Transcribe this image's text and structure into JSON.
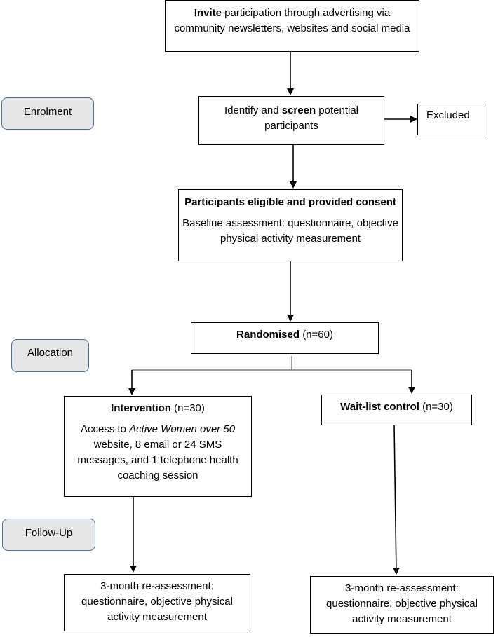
{
  "phases": {
    "enrolment": "Enrolment",
    "allocation": "Allocation",
    "followup": "Follow-Up"
  },
  "invite": {
    "bold": "Invite",
    "rest1": " participation through advertising via",
    "line2": "community newsletters, websites and social media"
  },
  "screen": {
    "pre": "Identify and ",
    "bold": "screen",
    "post": " potential",
    "line2": "participants"
  },
  "excluded": "Excluded",
  "eligible": {
    "title": "Participants eligible and provided consent",
    "line1": "Baseline assessment: questionnaire, objective",
    "line2": "physical activity measurement"
  },
  "randomised": {
    "bold": "Randomised",
    "rest": " (n=60)"
  },
  "intervention": {
    "bold": "Intervention",
    "rest": " (n=30)",
    "line1_pre": "Access to ",
    "line1_italic": "Active Women over 50",
    "line2": "website, 8 email or 24 SMS",
    "line3": "messages, and 1 telephone health",
    "line4": "coaching session"
  },
  "control": {
    "bold": "Wait-list control",
    "rest": " (n=30)"
  },
  "followup_left": {
    "line1": "3-month re-assessment:",
    "line2": "questionnaire, objective physical",
    "line3": "activity measurement"
  },
  "followup_right": {
    "line1": "3-month re-assessment:",
    "line2": "questionnaire, objective physical",
    "line3": "activity measurement"
  }
}
